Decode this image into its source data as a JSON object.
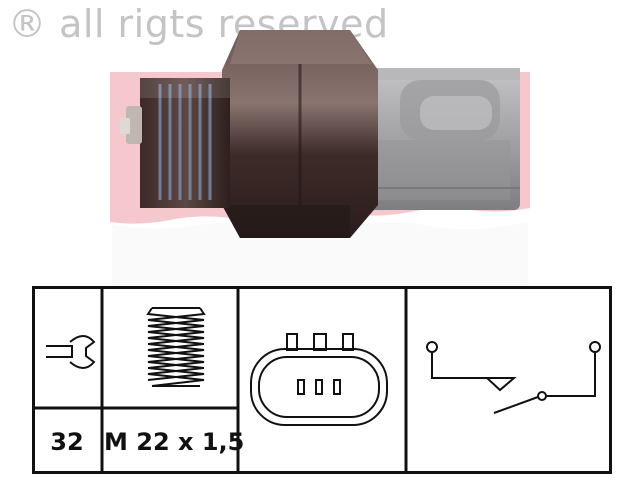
{
  "watermark": {
    "text": "® all rigts reserved"
  },
  "specs": {
    "wrench_size": "32",
    "thread": "M 22 x 1,5"
  },
  "icons": {
    "wrench": "wrench-icon",
    "thread": "thread-icon",
    "connector": "connector-3-pin-icon",
    "switch": "normally-open-switch-icon"
  },
  "colors": {
    "logo_pink": "#f4c8cc",
    "body_dark": "#4a3634",
    "connector_gray": "#a2a2a4"
  }
}
